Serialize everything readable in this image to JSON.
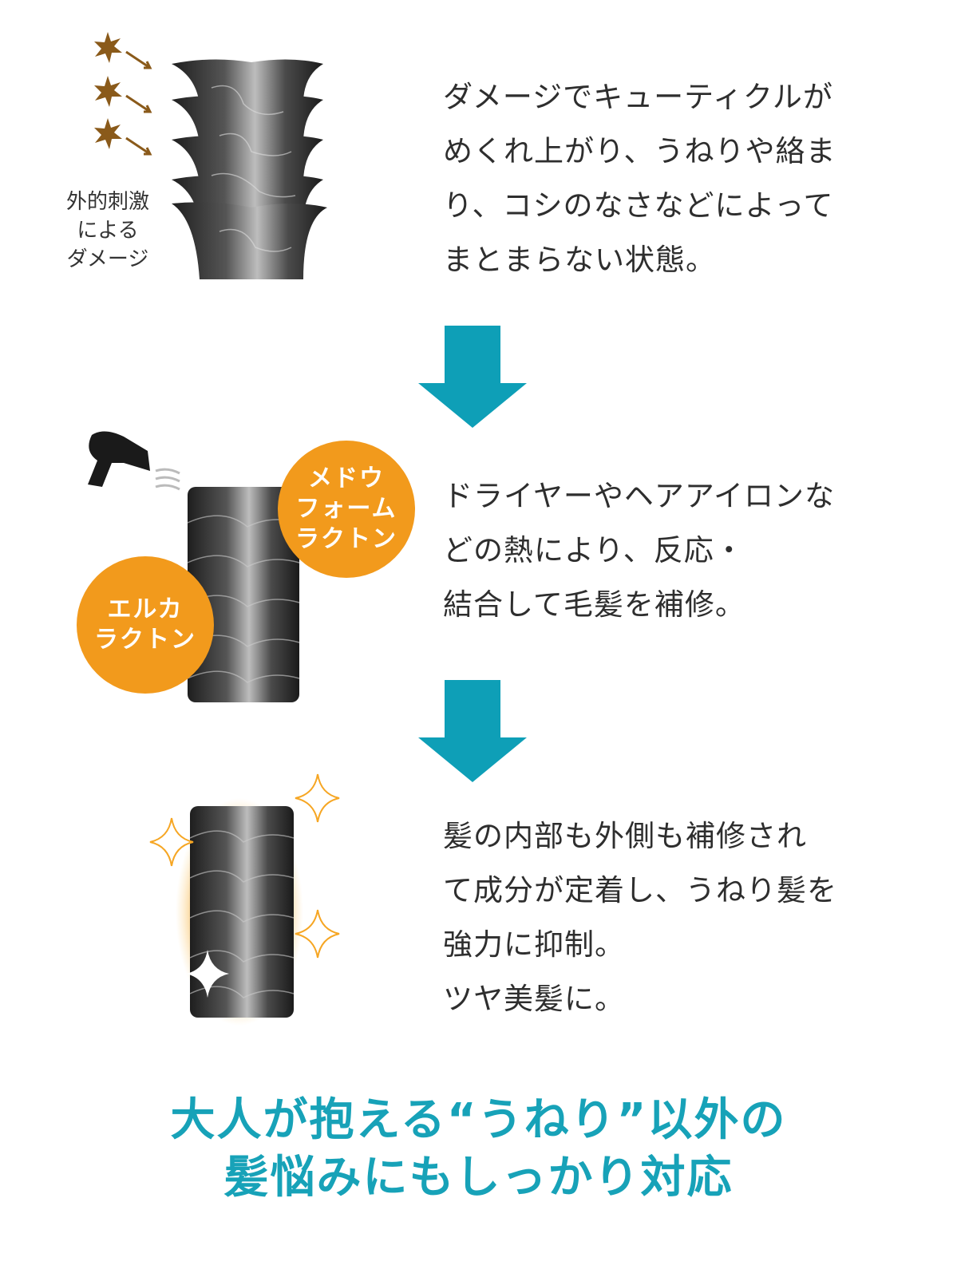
{
  "steps": [
    {
      "label_lines": [
        "外的刺激",
        "による",
        "ダメージ"
      ],
      "text_lines": [
        "ダメージでキューティクルが",
        "めくれ上がり、うねりや絡ま",
        "り、コシのなさなどによって",
        "まとまらない状態。"
      ]
    },
    {
      "badges": [
        {
          "lines": [
            "メドウ",
            "フォーム",
            "ラクトン"
          ]
        },
        {
          "lines": [
            "エルカ",
            "ラクトン"
          ]
        }
      ],
      "text_lines": [
        "ドライヤーやヘアアイロンな",
        "どの熱により、反応・",
        "結合して毛髪を補修。"
      ]
    },
    {
      "text_lines": [
        "髪の内部も外側も補修され",
        "て成分が定着し、うねり髪を",
        "強力に抑制。",
        "ツヤ美髪に。"
      ]
    }
  ],
  "headline": [
    "大人が抱える“うねり”以外の",
    "髪悩みにもしっかり対応"
  ],
  "colors": {
    "accent": "#17a2b8",
    "arrow": "#0e9fb7",
    "badge": "#f29a1c",
    "damage": "#8a5a1a"
  }
}
